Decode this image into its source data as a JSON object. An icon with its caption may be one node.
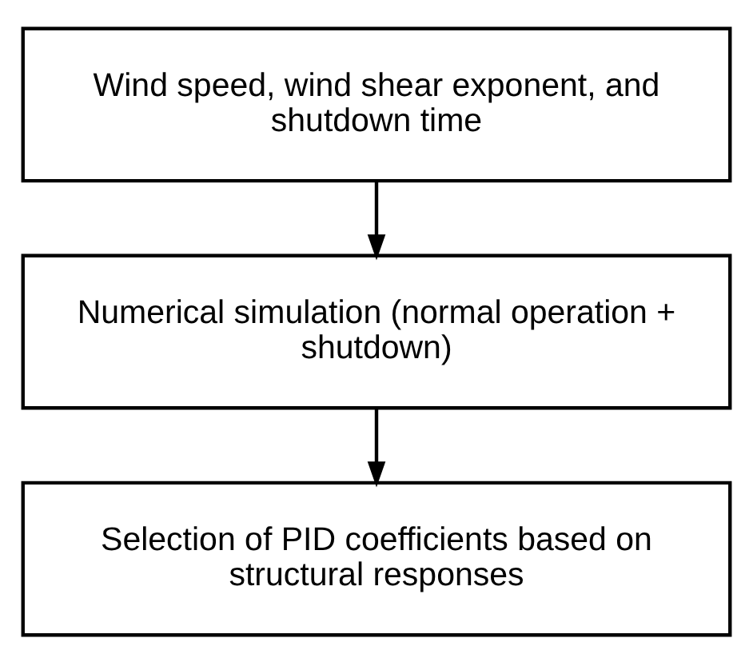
{
  "diagram": {
    "nodes": [
      {
        "text": [
          "Wind speed, wind shear exponent, and shutdown time"
        ]
      },
      {
        "text": [
          "Numerical simulation (normal operation + shutdown)"
        ]
      },
      {
        "text": [
          "Selection of PID coefficients based on structural responses"
        ]
      }
    ],
    "edges": [
      {
        "from": 0,
        "to": 1,
        "arrow": "to"
      },
      {
        "from": 1,
        "to": 2,
        "arrow": "to"
      }
    ]
  }
}
